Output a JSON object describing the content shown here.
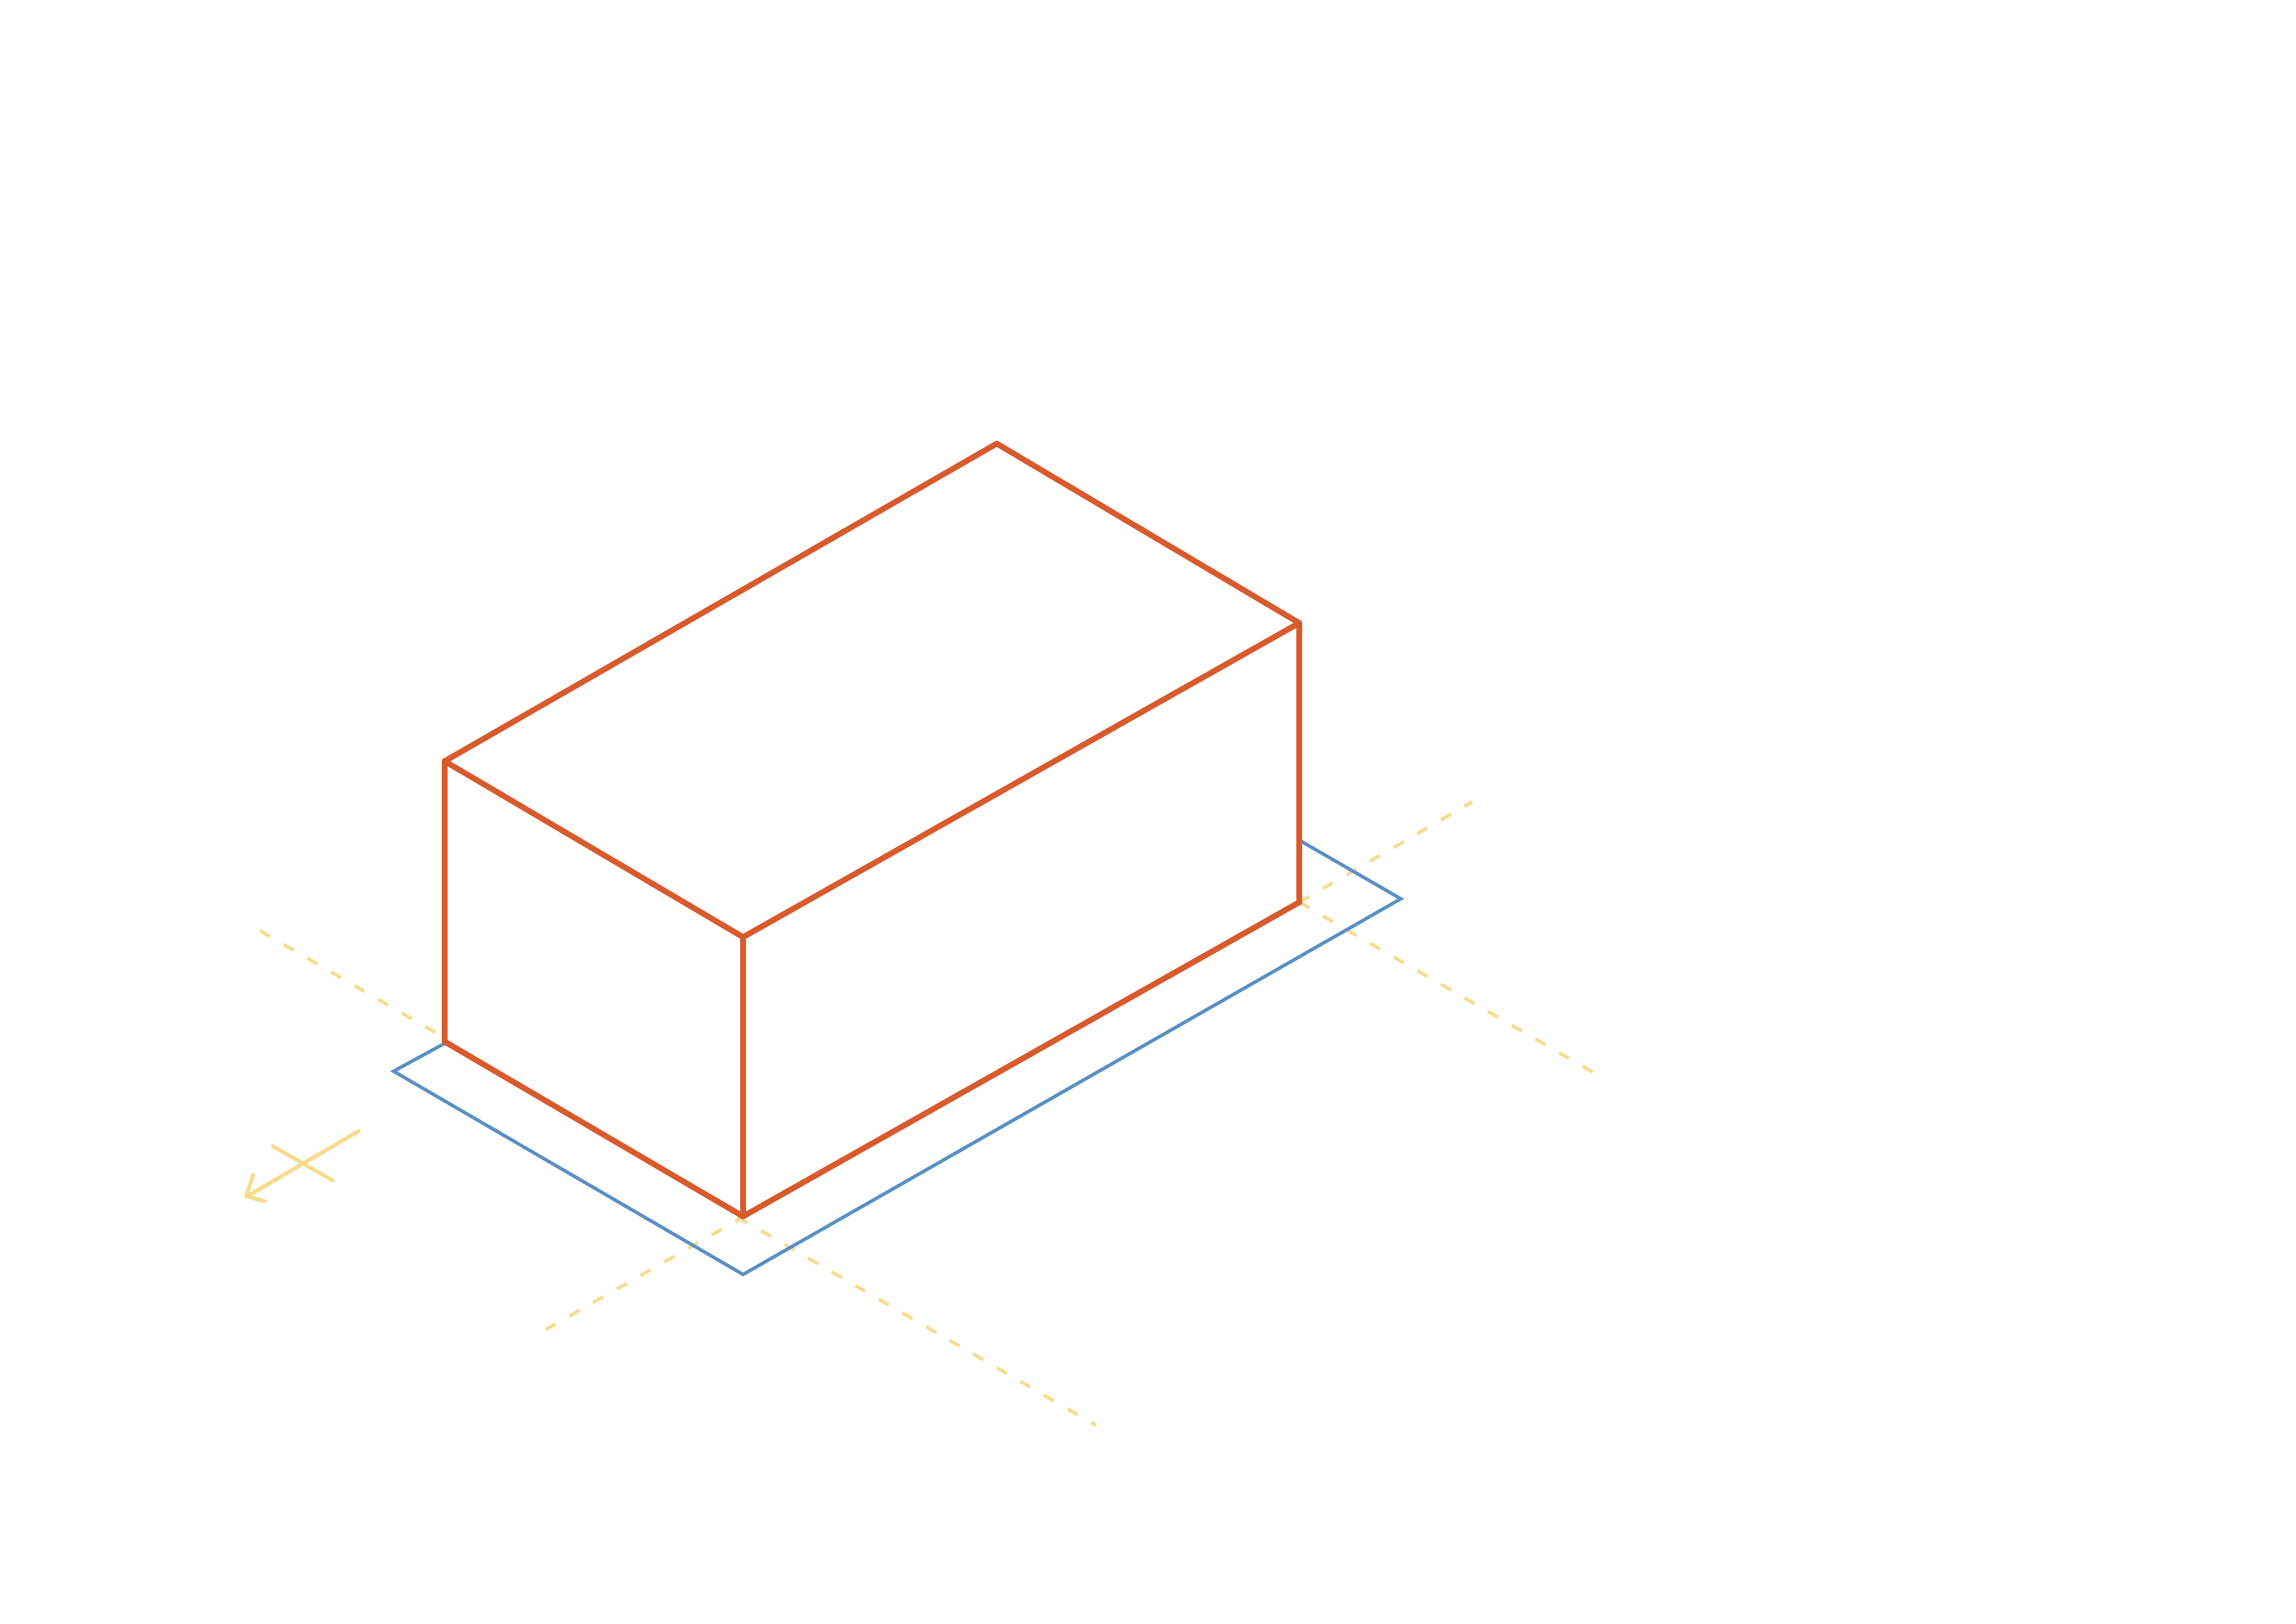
{
  "diagram": {
    "background": "#ffffff",
    "colors": {
      "box": "#d95a2b",
      "footprint": "#5b8fc4",
      "guides": "#f7dc8e",
      "direction_marker": "#f7dc8e"
    },
    "elements": [
      "box-volume",
      "footprint-outline",
      "dashed-axis-guides",
      "direction-arrow-marker"
    ]
  }
}
